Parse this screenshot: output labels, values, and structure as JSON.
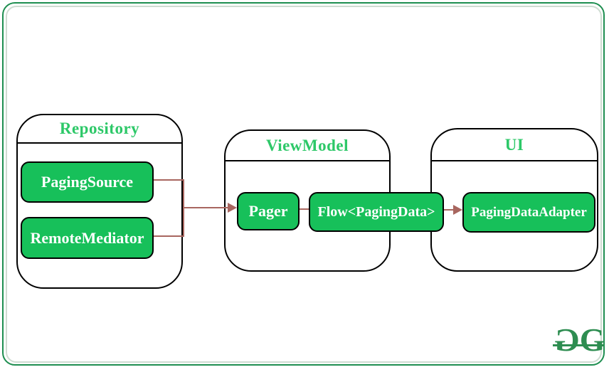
{
  "containers": {
    "repository": {
      "title": "Repository"
    },
    "viewmodel": {
      "title": "ViewModel"
    },
    "ui": {
      "title": "UI"
    }
  },
  "nodes": {
    "paging_source": {
      "label": "PagingSource"
    },
    "remote_mediator": {
      "label": "RemoteMediator"
    },
    "pager": {
      "label": "Pager"
    },
    "flow_paging_data": {
      "label": "Flow<PagingData>"
    },
    "paging_data_adapter": {
      "label": "PagingDataAdapter"
    }
  },
  "connections": [
    {
      "from": "PagingSource",
      "to": "Pager",
      "style": "arrow"
    },
    {
      "from": "RemoteMediator",
      "to": "Pager",
      "style": "arrow"
    },
    {
      "from": "Pager",
      "to": "Flow<PagingData>",
      "style": "line"
    },
    {
      "from": "Flow<PagingData>",
      "to": "PagingDataAdapter",
      "style": "arrow"
    }
  ],
  "logo": {
    "glyph_left": "G",
    "glyph_right": "G"
  },
  "colors": {
    "node_fill": "#17c05a",
    "node_text": "#ffffff",
    "node_border": "#000000",
    "container_border": "#000000",
    "container_title": "#2dc868",
    "connector": "#a8665f",
    "frame_border": "#1e8e50",
    "frame_inner_line": "#cfdcd2",
    "logo_green": "#2e8d51",
    "background": "#ffffff"
  }
}
